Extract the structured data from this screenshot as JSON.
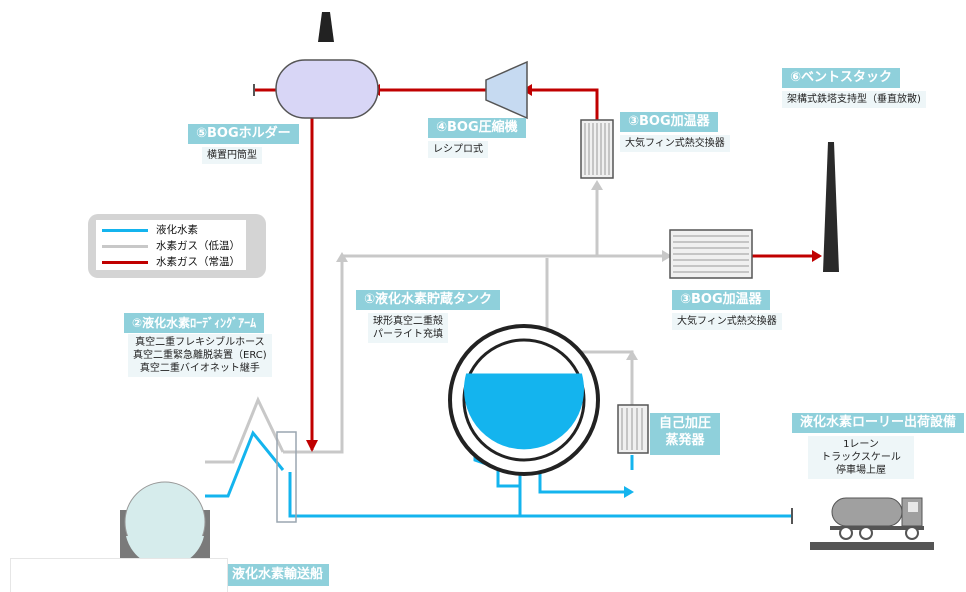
{
  "legend": {
    "items": [
      {
        "label": "液化水素",
        "color": "#14b4ee"
      },
      {
        "label": "水素ガス（低温）",
        "color": "#c8c8c8"
      },
      {
        "label": "水素ガス（常温）",
        "color": "#c00000"
      }
    ]
  },
  "components": {
    "tank": {
      "title": "①液化水素貯蔵タンク",
      "desc": [
        "球形真空二重殻",
        "パーライト充填"
      ]
    },
    "arm": {
      "title": "②液化水素ﾛｰﾃﾞｨﾝｸﾞｱｰﾑ",
      "desc": [
        "真空二重フレキシブルホース",
        "真空二重緊急離脱装置（ERC)",
        "真空二重バイオネット継手"
      ]
    },
    "heater_top": {
      "title": "③BOG加温器",
      "desc": [
        "大気フィン式熱交換器"
      ]
    },
    "heater_right": {
      "title": "③BOG加温器",
      "desc": [
        "大気フィン式熱交換器"
      ]
    },
    "compressor": {
      "title": "④BOG圧縮機",
      "desc": [
        "レシプロ式"
      ]
    },
    "holder": {
      "title": "⑤BOGホルダー",
      "desc": [
        "横置円筒型"
      ]
    },
    "stack": {
      "title": "⑥ベントスタック",
      "desc": [
        "架構式鉄塔支持型（垂直放散)"
      ]
    },
    "vaporizer": {
      "title_lines": [
        "自己加圧",
        "蒸発器"
      ]
    },
    "truck_station": {
      "title": "液化水素ローリー出荷設備",
      "desc": [
        "1レーン",
        "トラックスケール",
        "停車場上屋"
      ]
    },
    "ship": {
      "title": "液化水素輸送船"
    }
  },
  "colors": {
    "lh2": "#14b4ee",
    "gas_cold": "#c8c8c8",
    "gas_warm": "#c00000",
    "tag": "#8fd0db"
  }
}
